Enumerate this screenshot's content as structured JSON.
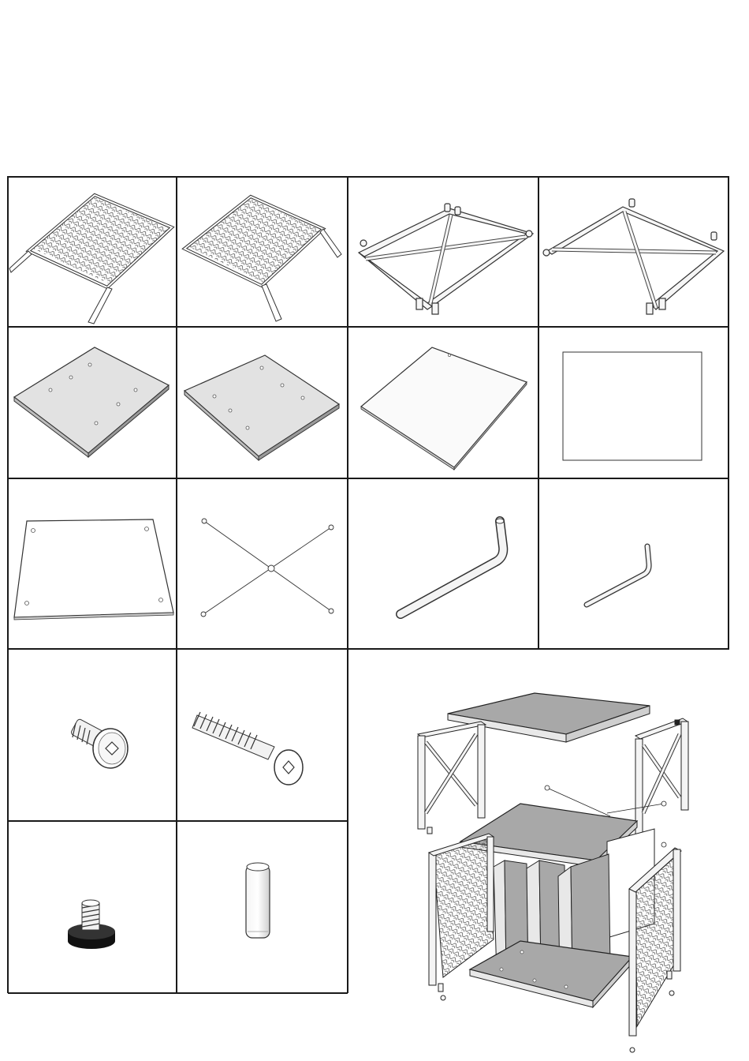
{
  "parts": [
    {
      "id": "mesh-panel-left",
      "icon": "mesh-side-panel-icon"
    },
    {
      "id": "mesh-panel-right",
      "icon": "mesh-side-panel-icon"
    },
    {
      "id": "cross-frame-left",
      "icon": "cross-brace-frame-icon"
    },
    {
      "id": "cross-frame-right",
      "icon": "cross-brace-frame-icon"
    },
    {
      "id": "board-with-holes-a",
      "icon": "drilled-board-icon"
    },
    {
      "id": "board-with-holes-b",
      "icon": "drilled-board-icon"
    },
    {
      "id": "thin-board",
      "icon": "thin-board-icon"
    },
    {
      "id": "back-panel",
      "icon": "back-panel-icon"
    },
    {
      "id": "divider-board",
      "icon": "divider-board-icon"
    },
    {
      "id": "tension-cables",
      "icon": "cross-cable-icon"
    },
    {
      "id": "allen-key-large",
      "icon": "allen-key-icon"
    },
    {
      "id": "allen-key-small",
      "icon": "allen-key-icon"
    },
    {
      "id": "short-bolt",
      "icon": "bolt-icon"
    },
    {
      "id": "long-bolt",
      "icon": "long-bolt-icon"
    },
    {
      "id": "leveling-foot",
      "icon": "leveling-foot-icon"
    },
    {
      "id": "wood-dowel",
      "icon": "dowel-icon"
    }
  ],
  "assembly": {
    "icon": "exploded-assembly-icon"
  }
}
